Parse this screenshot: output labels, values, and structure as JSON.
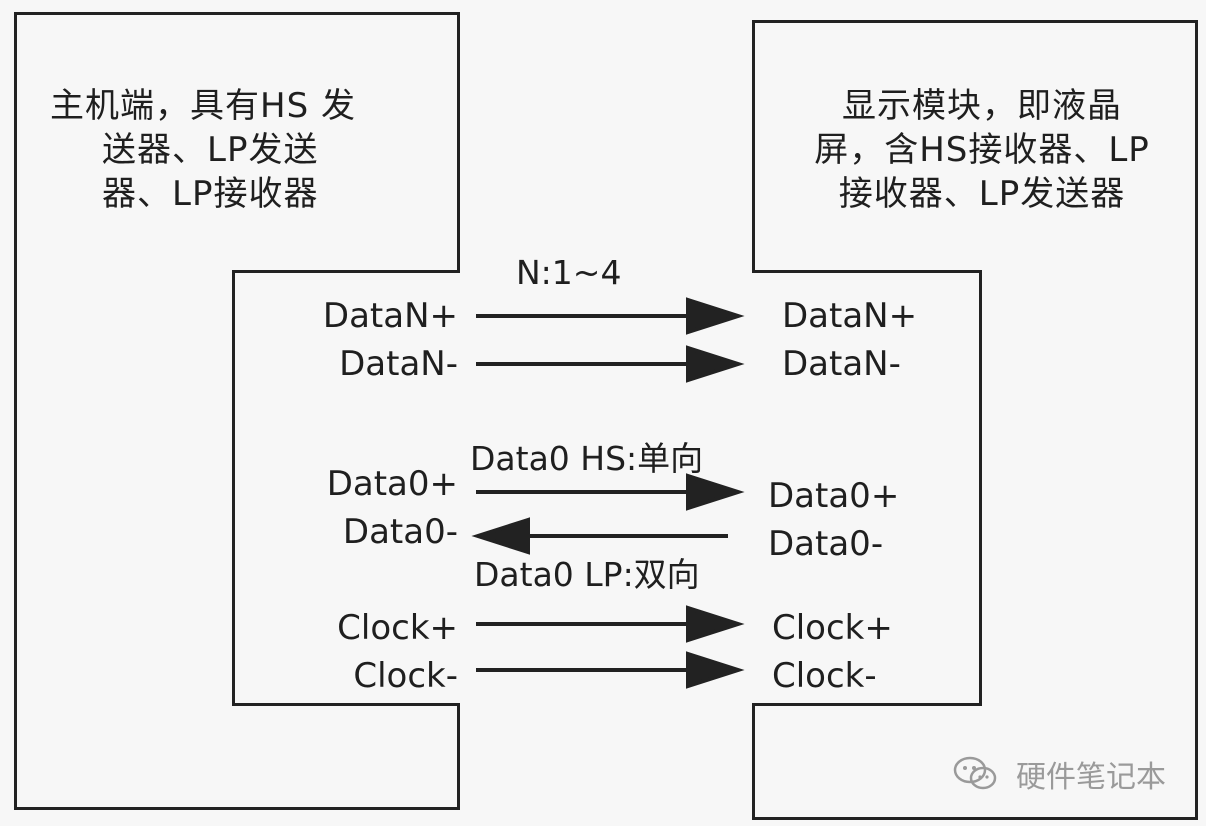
{
  "host": {
    "title_lines": [
      "主机端，具有HS 发",
      "送器、LP发送",
      "器、LP接收器"
    ],
    "labels": {
      "dataN_plus": "DataN+",
      "dataN_minus": "DataN-",
      "data0_plus": "Data0+",
      "data0_minus": "Data0-",
      "clock_plus": "Clock+",
      "clock_minus": "Clock-"
    }
  },
  "display": {
    "title_lines": [
      "显示模块，即液晶",
      "屏，含HS接收器、LP",
      "接收器、LP发送器"
    ],
    "labels": {
      "dataN_plus": "DataN+",
      "dataN_minus": "DataN-",
      "data0_plus": "Data0+",
      "data0_minus": "Data0-",
      "clock_plus": "Clock+",
      "clock_minus": "Clock-"
    }
  },
  "annotations": {
    "lanes": "N:1~4",
    "data0_hs": "Data0 HS:单向",
    "data0_lp": "Data0 LP:双向"
  },
  "watermark": {
    "text": "硬件笔记本",
    "icon": "wechat-bubble-icon"
  },
  "colors": {
    "line": "#222222",
    "background": "#f7f7f7",
    "watermark": "#8a8a8a"
  }
}
